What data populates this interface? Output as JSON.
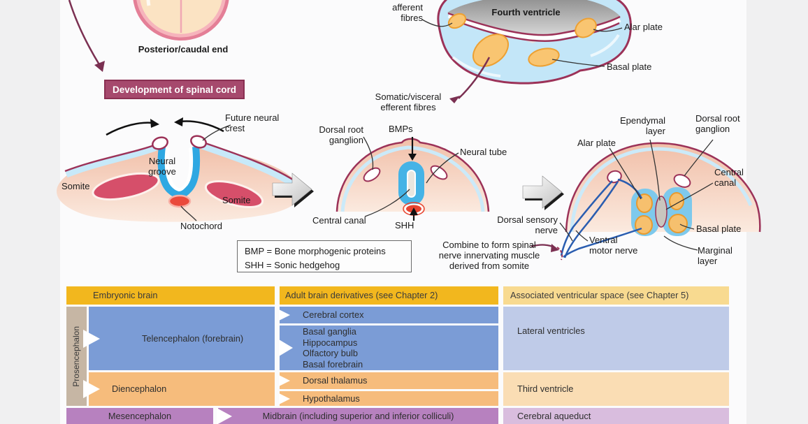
{
  "colors": {
    "banner_bg": "#a6496d",
    "outline_maroon": "#9c3258",
    "arrow_maroon": "#7b3052",
    "gold": "#f2b71e",
    "pale_gold": "#f8da90",
    "blue": "#7b9cd6",
    "pale_blue": "#bfcbe8",
    "orange": "#f6bc7c",
    "pale_orange": "#faddb4",
    "purple": "#b781bf",
    "pale_purple": "#d9bdde",
    "tan": "#c6b6a4",
    "nerve_blue": "#2a5db0",
    "neural_blue": "#3fb0e4",
    "somite_red": "#d64f6a",
    "notochord_red": "#e8432f",
    "plate_orange": "#f9c571"
  },
  "top": {
    "posterior_label": "Posterior/caudal end",
    "banner": "Development of spinal cord"
  },
  "fourth_ventricle": {
    "title": "Fourth ventricle",
    "afferent": "afferent\nfibres",
    "alar_plate": "Alar plate",
    "basal_plate": "Basal plate",
    "efferent": "Somatic/visceral\nefferent fibres"
  },
  "stage1": {
    "future_neural_crest": "Future neural\ncrest",
    "neural_groove": "Neural\ngroove",
    "somite_left": "Somite",
    "somite_right": "Somite",
    "notochord": "Notochord"
  },
  "stage2": {
    "dorsal_root_ganglion": "Dorsal root\nganglion",
    "bmps": "BMPs",
    "neural_tube": "Neural tube",
    "central_canal": "Central canal",
    "shh": "SHH"
  },
  "legend": {
    "line1": "BMP = Bone morphogenic proteins",
    "line2": "SHH = Sonic hedgehog"
  },
  "combine_note": "Combine to form spinal\nnerve innervating muscle\nderived from somite",
  "stage3": {
    "ependymal_layer": "Ependymal\nlayer",
    "dorsal_root_ganglion": "Dorsal root\nganglion",
    "alar_plate": "Alar plate",
    "central_canal": "Central\ncanal",
    "basal_plate": "Basal plate",
    "marginal_layer": "Marginal\nlayer",
    "dorsal_sensory": "Dorsal sensory\nnerve",
    "ventral_motor": "Ventral\nmotor nerve"
  },
  "table": {
    "headers": [
      "Embryonic brain",
      "Adult brain derivatives (see Chapter 2)",
      "Associated ventricular space (see Chapter 5)"
    ],
    "prosencephalon": "Prosencephalon",
    "telencephalon": "Telencephalon (forebrain)",
    "diencephalon": "Diencephalon",
    "mesencephalon": "Mesencephalon",
    "cerebral_cortex": "Cerebral cortex",
    "telencephalon_derivatives": "Basal ganglia\nHippocampus\nOlfactory bulb\nBasal forebrain",
    "dorsal_thalamus": "Dorsal thalamus",
    "hypothalamus": "Hypothalamus",
    "midbrain": "Midbrain (including superior and inferior colliculi)",
    "lateral_ventricles": "Lateral ventricles",
    "third_ventricle": "Third ventricle",
    "cerebral_aqueduct": "Cerebral aqueduct"
  }
}
